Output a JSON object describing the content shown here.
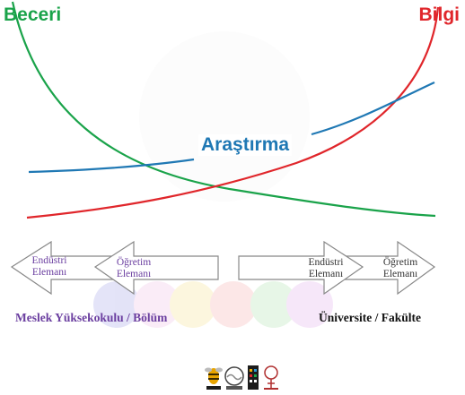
{
  "title_left": "Beceri",
  "title_right": "Bilgi",
  "center_label": "Araştırma",
  "left_arrows": [
    {
      "line1": "Endüstri",
      "line2": "Elemanı"
    },
    {
      "line1": "Öğretim",
      "line2": "Elemanı"
    }
  ],
  "right_arrows": [
    {
      "line1": "Endüstri",
      "line2": "Elemanı"
    },
    {
      "line1": "Öğretim",
      "line2": "Elemanı"
    }
  ],
  "bottom_left": "Meslek Yüksekokulu / Bölüm",
  "bottom_right": "Üniversite / Fakülte",
  "colors": {
    "beceri": "#1aa34a",
    "bilgi": "#e0262b",
    "arastirma": "#1f78b4",
    "myo": "#6b3fa0"
  },
  "logos": [
    "bee-logo",
    "wave-logo",
    "building-logo",
    "tree-logo"
  ]
}
